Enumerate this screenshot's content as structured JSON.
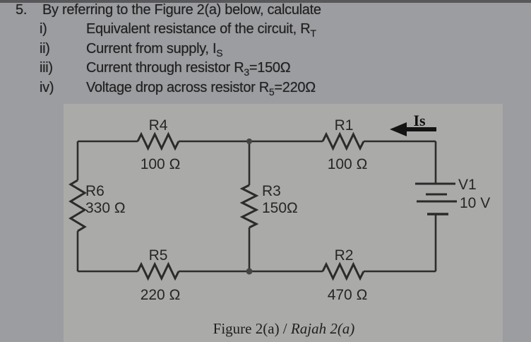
{
  "page": {
    "background_color": "#9c9da0",
    "panel_color": "#aaaaa8",
    "ink_color": "#1e1e1e"
  },
  "question": {
    "number": "5.",
    "intro": "By referring to the Figure 2(a) below, calculate",
    "items": [
      {
        "num": "i)",
        "pre": "Equivalent resistance of the circuit, R",
        "sub": "T",
        "post": ""
      },
      {
        "num": "ii)",
        "pre": "Current from supply, I",
        "sub": "S",
        "post": ""
      },
      {
        "num": "iii)",
        "pre": "Current through resistor R",
        "sub": "3",
        "post": "=150Ω"
      },
      {
        "num": "iv)",
        "pre": "Voltage drop across resistor R",
        "sub": "5",
        "post": "=220Ω"
      }
    ]
  },
  "figure": {
    "caption": {
      "regular": "Figure 2(a) / ",
      "italic": "Rajah 2(a)"
    },
    "current_label": "Is",
    "source": {
      "name": "V1",
      "voltage": "10 V"
    },
    "resistors": {
      "r4": {
        "name": "R4",
        "value": "100 Ω"
      },
      "r1": {
        "name": "R1",
        "value": "100 Ω"
      },
      "r6": {
        "name": "R6",
        "value": "330 Ω"
      },
      "r3": {
        "name": "R3",
        "value": "150Ω"
      },
      "r5": {
        "name": "R5",
        "value": "220 Ω"
      },
      "r2": {
        "name": "R2",
        "value": "470 Ω"
      }
    }
  }
}
